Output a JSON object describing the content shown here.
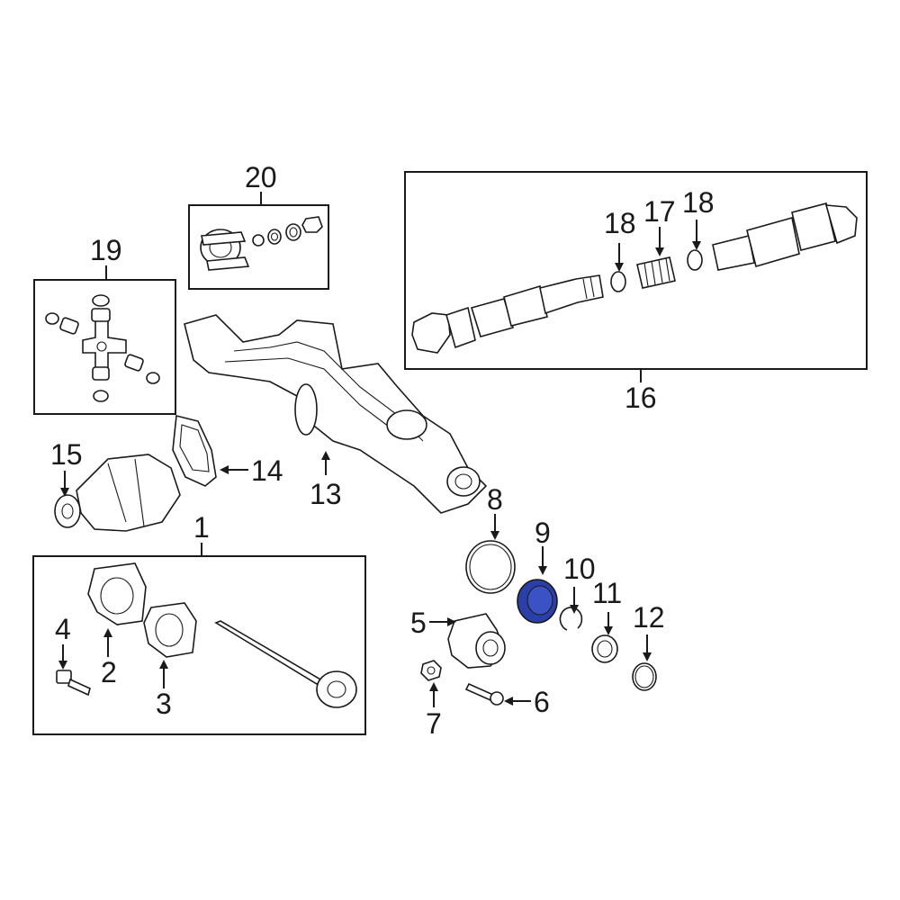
{
  "diagram": {
    "highlight_color": "#2b3fa8",
    "line_color": "#1a1a1a",
    "callouts": {
      "c1": "1",
      "c2": "2",
      "c3": "3",
      "c4": "4",
      "c5": "5",
      "c6": "6",
      "c7": "7",
      "c8": "8",
      "c9": "9",
      "c10": "10",
      "c11": "11",
      "c12": "12",
      "c13": "13",
      "c14": "14",
      "c15": "15",
      "c16": "16",
      "c17": "17",
      "c18a": "18",
      "c18b": "18",
      "c19": "19",
      "c20": "20"
    },
    "highlighted_part": "9"
  }
}
